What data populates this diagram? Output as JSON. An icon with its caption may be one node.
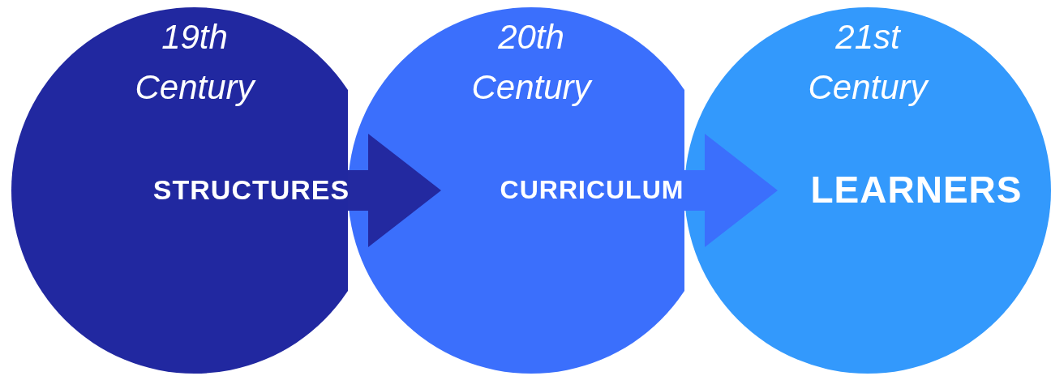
{
  "diagram": {
    "nodes": [
      {
        "text": [
          "19th Century",
          "STRUCTURES"
        ]
      },
      {
        "text": [
          "20th Century",
          "CURRICULUM"
        ]
      },
      {
        "text": [
          "21st Century",
          "LEARNERS"
        ]
      }
    ],
    "edges": [
      {
        "from": 0,
        "to": 1,
        "arrow": "to",
        "color": "#2329a0"
      },
      {
        "from": 1,
        "to": 2,
        "arrow": "to",
        "color": "#3b6ffc"
      }
    ]
  }
}
